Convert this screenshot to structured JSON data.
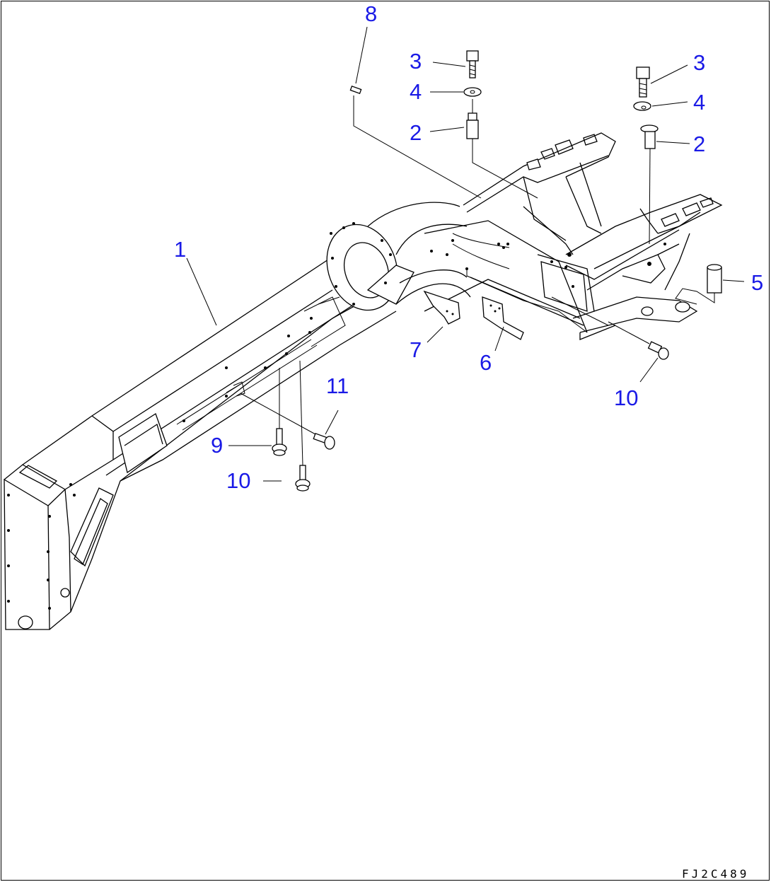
{
  "figure": {
    "code": "FJ2C489",
    "callouts": {
      "frame": "1",
      "pin_left": "2",
      "pin_right": "2",
      "bolt_left": "3",
      "bolt_right": "3",
      "washer_left": "4",
      "washer_right": "4",
      "bushing": "5",
      "plate_6": "6",
      "plate_7": "7",
      "pin_8": "8",
      "bolt_9": "9",
      "bolt_10_left": "10",
      "bolt_10_right": "10",
      "bolt_11": "11"
    }
  }
}
